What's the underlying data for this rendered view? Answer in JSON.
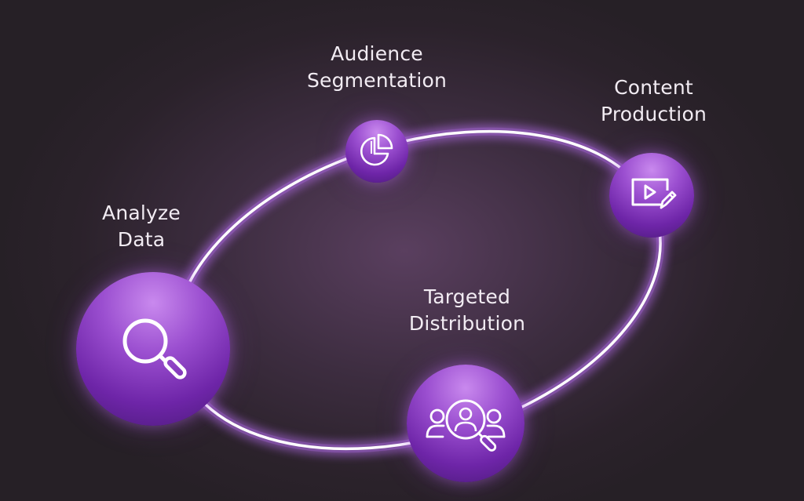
{
  "nodes": [
    {
      "id": "analyze-data",
      "lines": [
        "Analyze",
        "Data"
      ],
      "icon": "magnifier-icon"
    },
    {
      "id": "audience-segmentation",
      "lines": [
        "Audience",
        "Segmentation"
      ],
      "icon": "pie-chart-icon"
    },
    {
      "id": "content-production",
      "lines": [
        "Content",
        "Production"
      ],
      "icon": "video-edit-icon"
    },
    {
      "id": "targeted-distribution",
      "lines": [
        "Targeted",
        "Distribution"
      ],
      "icon": "audience-search-icon"
    }
  ],
  "colors": {
    "ring": "#ffffff",
    "ring_glow": "#c274ff",
    "node_light": "#c989ee",
    "node_dark": "#4a1a78",
    "text": "#f2ecf3"
  }
}
